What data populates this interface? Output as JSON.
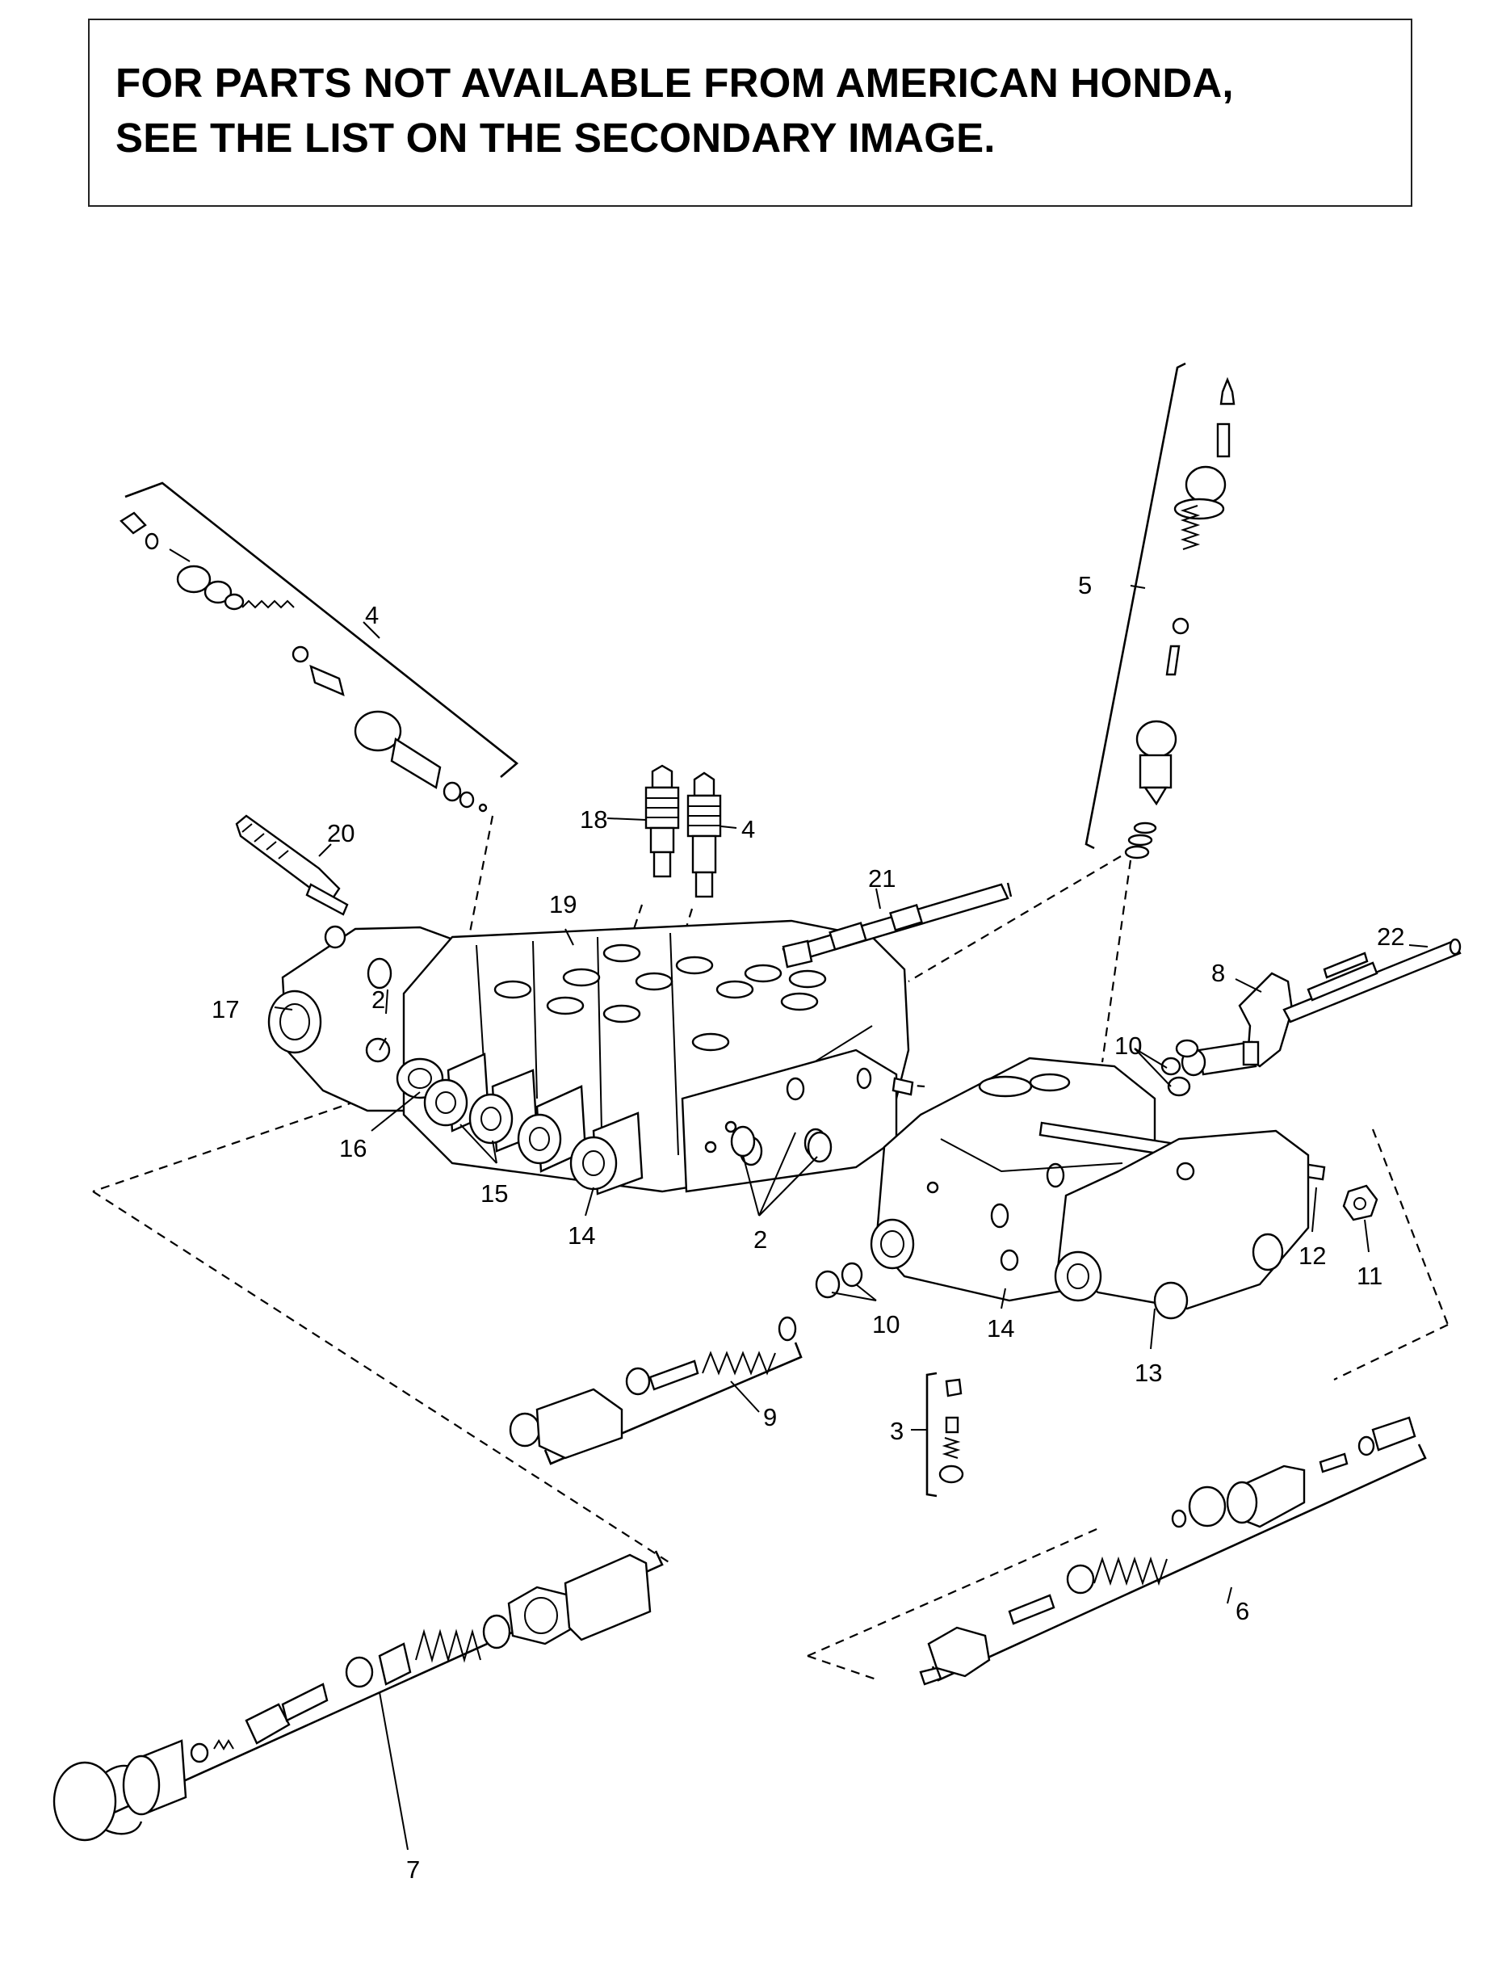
{
  "notice": {
    "line1": "FOR PARTS NOT AVAILABLE FROM AMERICAN HONDA,",
    "line2": "SEE THE LIST ON THE SECONDARY IMAGE."
  },
  "callouts": {
    "c2a": "2",
    "c2b": "2",
    "c3": "3",
    "c4a": "4",
    "c4b": "4",
    "c5": "5",
    "c6": "6",
    "c7": "7",
    "c8": "8",
    "c9": "9",
    "c10a": "10",
    "c10b": "10",
    "c11": "11",
    "c12": "12",
    "c13": "13",
    "c14a": "14",
    "c14b": "14",
    "c15": "15",
    "c16": "16",
    "c17": "17",
    "c18": "18",
    "c19": "19",
    "c20": "20",
    "c21": "21",
    "c22": "22"
  }
}
